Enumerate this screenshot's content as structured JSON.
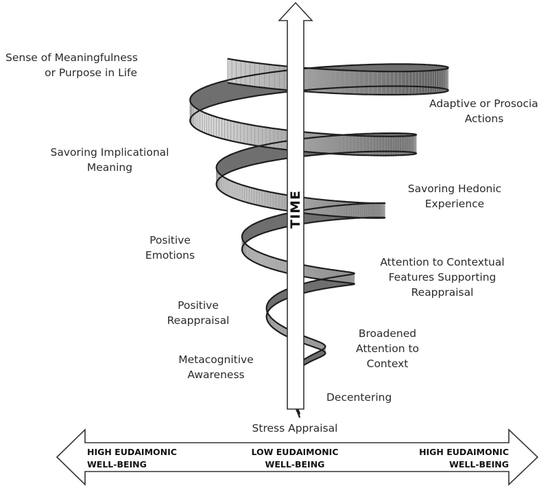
{
  "time_label": "TIME",
  "labels": {
    "meaningfulness": [
      "Sense of Meaningfulness",
      "or Purpose in Life"
    ],
    "adaptive": [
      "Adaptive or Prosocial",
      "Actions"
    ],
    "savoring_implicational": [
      "Savoring Implicational",
      "Meaning"
    ],
    "savoring_hedonic": [
      "Savoring Hedonic",
      "Experience"
    ],
    "positive_emotions": [
      "Positive",
      "Emotions"
    ],
    "attention_contextual": [
      "Attention to Contextual",
      "Features Supporting",
      "Reappraisal"
    ],
    "positive_reappraisal": [
      "Positive",
      "Reappraisal"
    ],
    "broadened_attention": [
      "Broadened",
      "Attention to",
      "Context"
    ],
    "metacognitive": [
      "Metacognitive",
      "Awareness"
    ],
    "decentering": "Decentering",
    "stress_appraisal": "Stress Appraisal"
  },
  "axis": {
    "left": [
      "HIGH EUDAIMONIC",
      "WELL-BEING"
    ],
    "center": [
      "LOW EUDAIMONIC",
      "WELL-BEING"
    ],
    "right": [
      "HIGH EUDAIMONIC",
      "WELL-BEING"
    ]
  }
}
